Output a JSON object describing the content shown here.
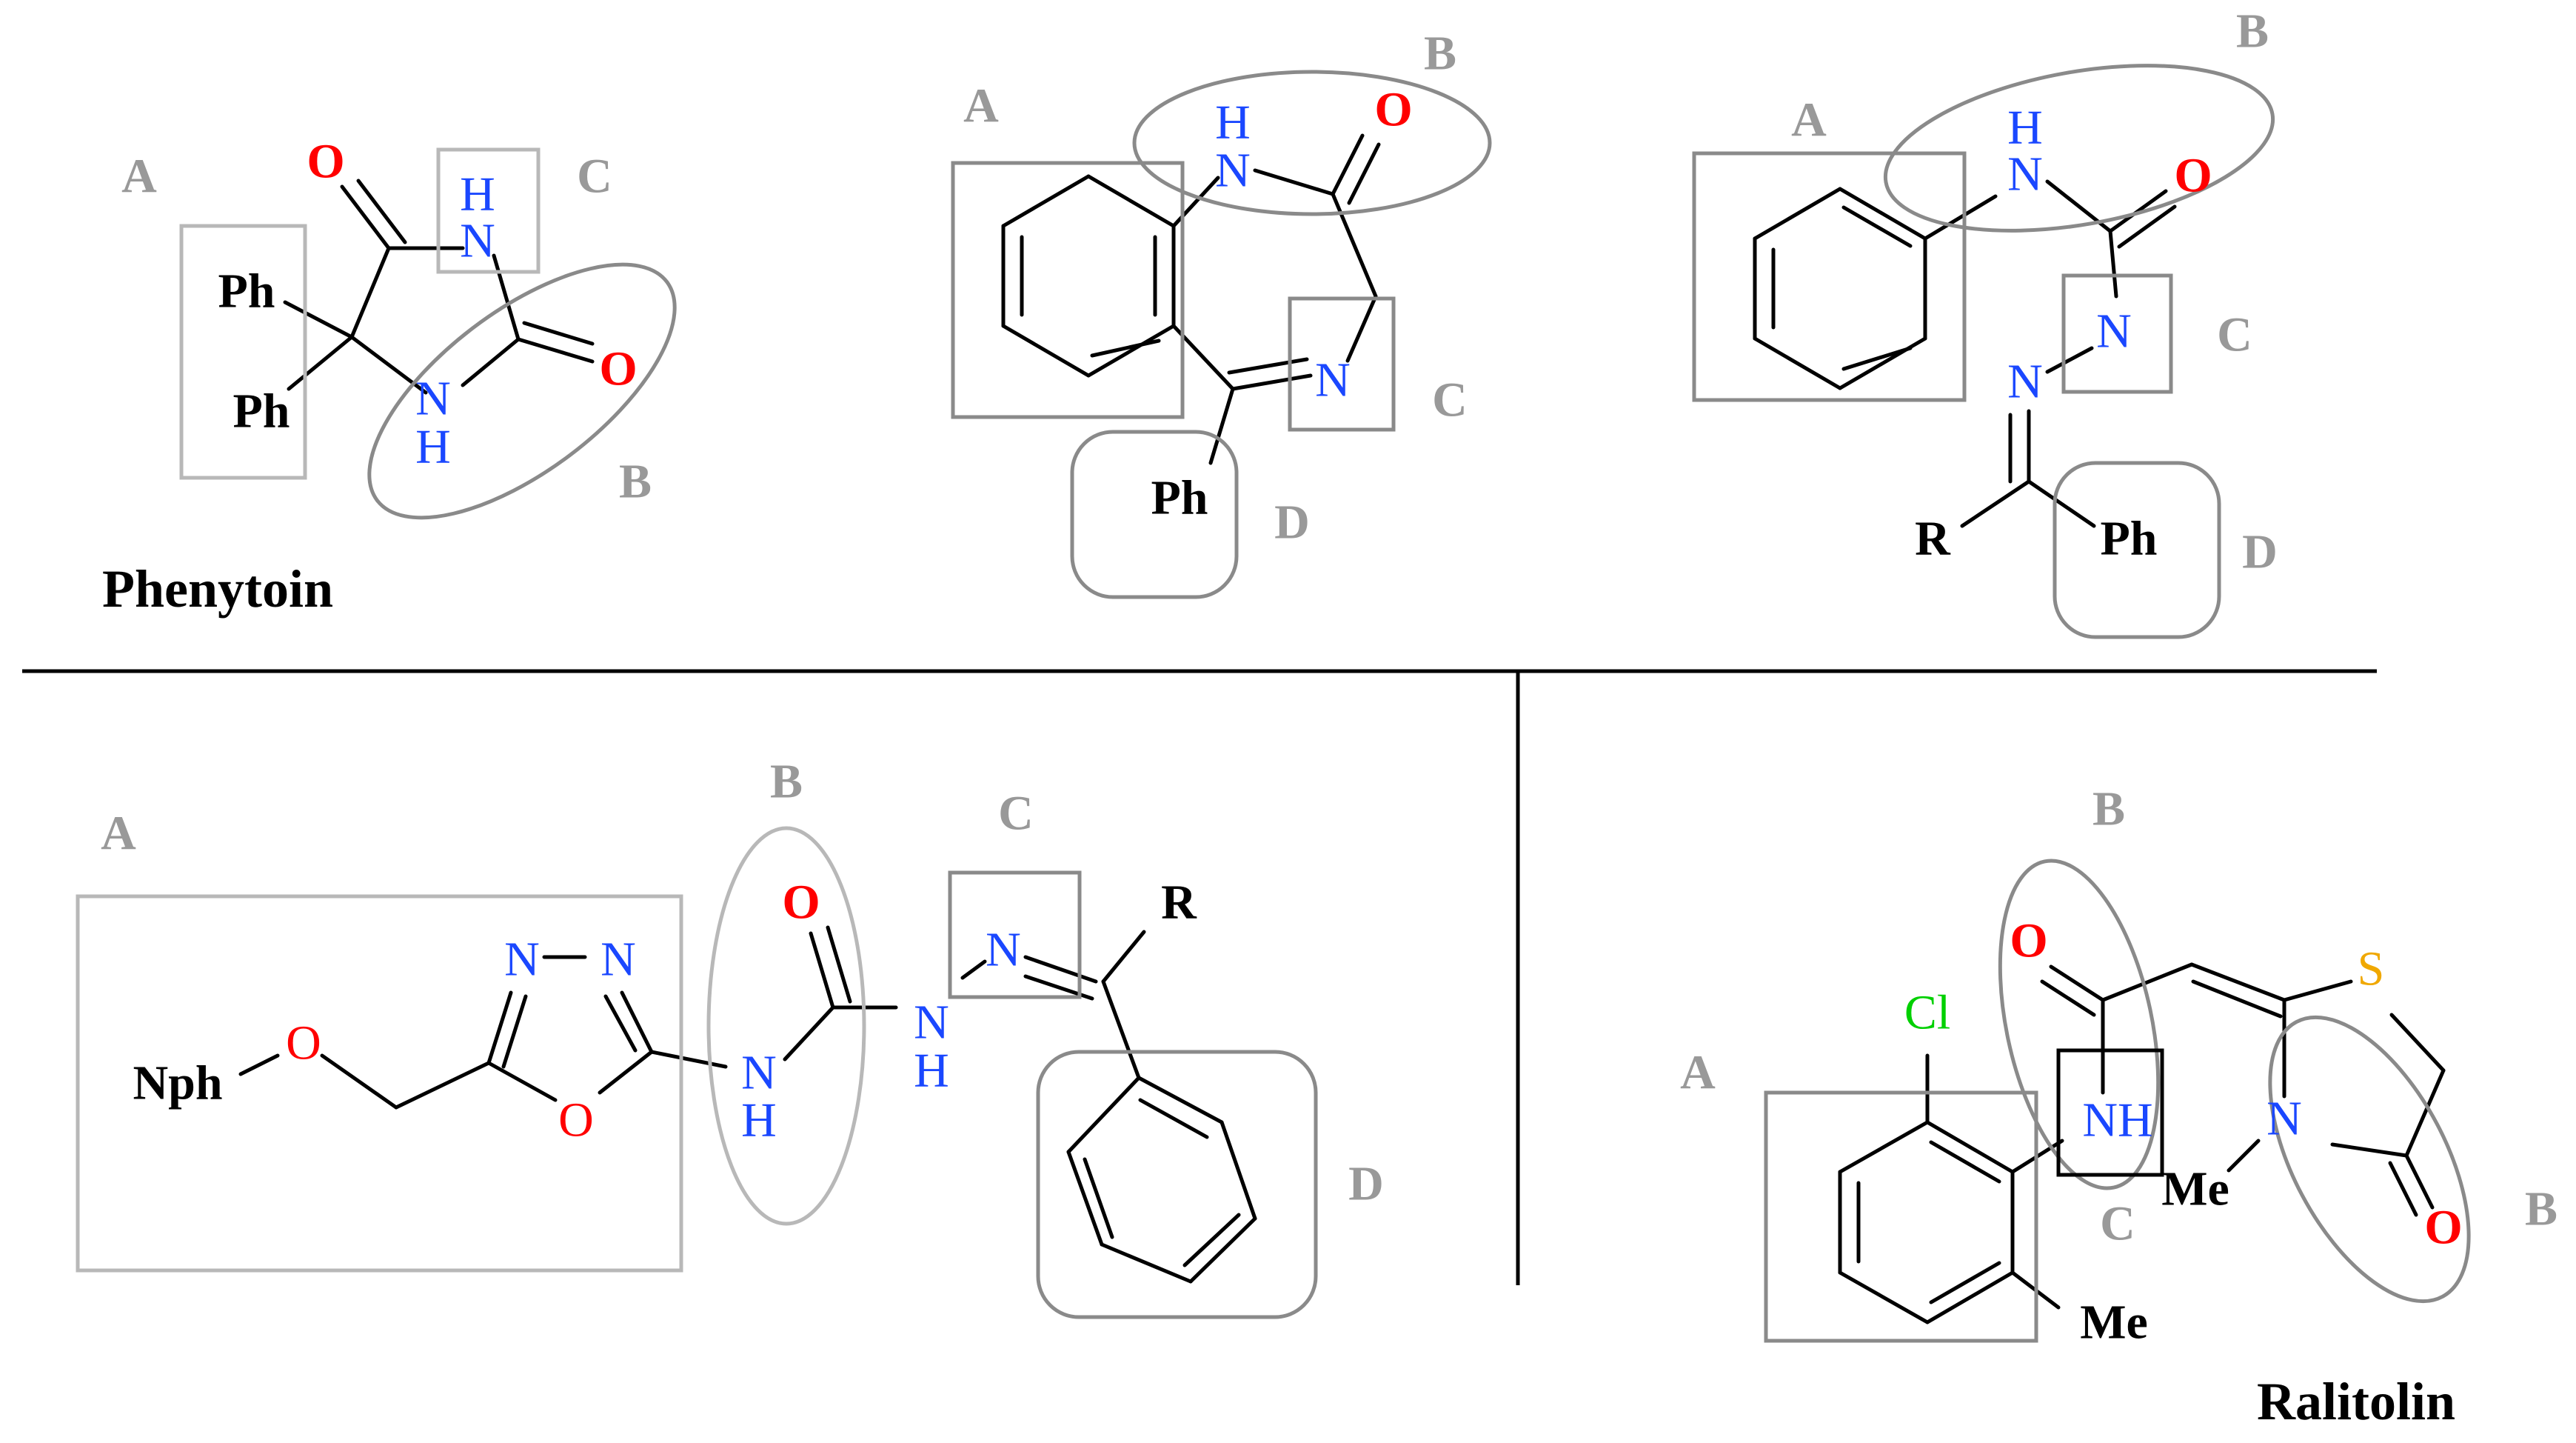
{
  "colors": {
    "carbon": "#000000",
    "nitrogen": "#1a47ff",
    "oxygen": "#ff0000",
    "chlorine": "#00d000",
    "sulfur": "#f0a800",
    "region_label": "#999999",
    "box_light": "#b8b8b8",
    "box_dark": "#8a8a8a"
  },
  "names": {
    "phenytoin": "Phenytoin",
    "ralitolin": "Ralitolin"
  },
  "regions": {
    "a": "A",
    "b": "B",
    "c": "C",
    "d": "D"
  },
  "atoms": {
    "O": "O",
    "N": "N",
    "H": "H",
    "NH": "NH",
    "S": "S",
    "Cl": "Cl",
    "Ph": "Ph",
    "R": "R",
    "Me": "Me",
    "Nph": "Nph"
  }
}
